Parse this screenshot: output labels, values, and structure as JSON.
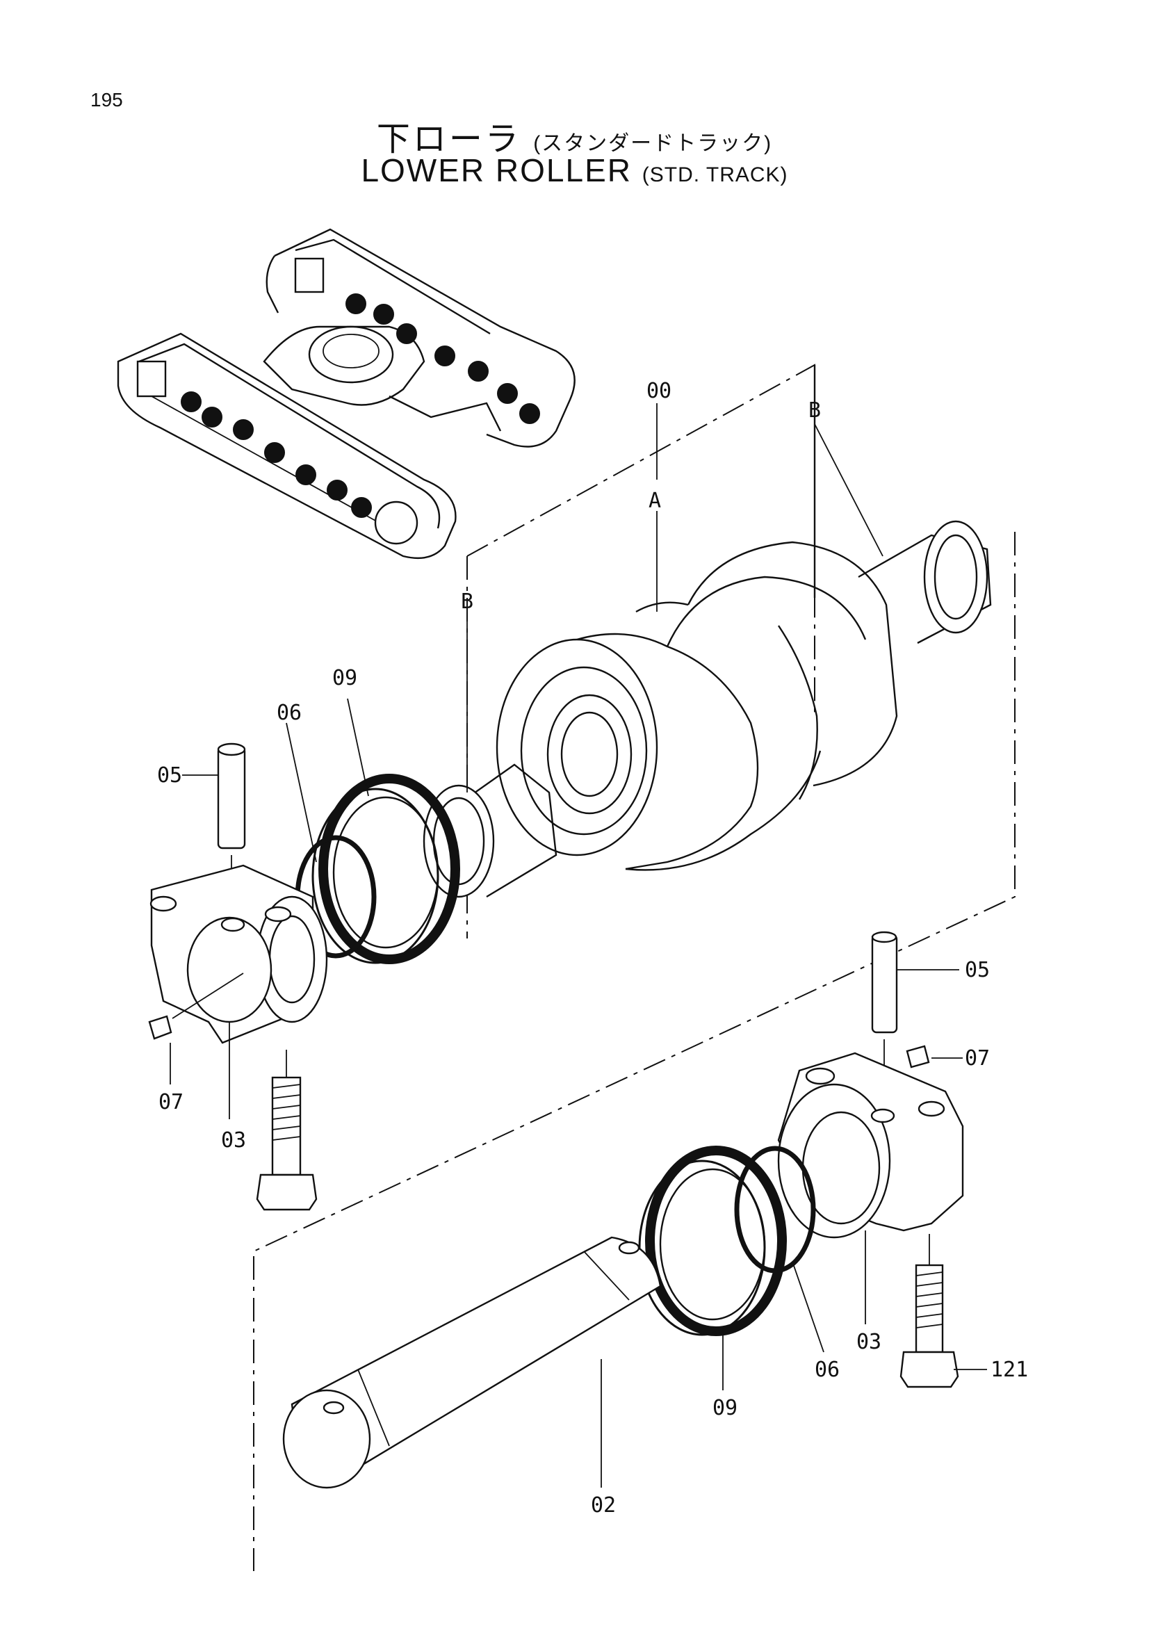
{
  "page_number": "195",
  "title": {
    "japanese": "下ローラ",
    "japanese_sub": "(スタンダードトラック)",
    "english": "LOWER ROLLER",
    "english_sub": "(STD. TRACK)"
  },
  "callouts": {
    "c00": "00",
    "cA": "A",
    "cB1": "B",
    "cB2": "B",
    "c09a": "09",
    "c06a": "06",
    "c05a": "05",
    "c07a": "07",
    "c03a": "03",
    "c05b": "05",
    "c07b": "07",
    "c03b": "03",
    "c06b": "06",
    "c121": "121",
    "c09b": "09",
    "c02": "02"
  }
}
